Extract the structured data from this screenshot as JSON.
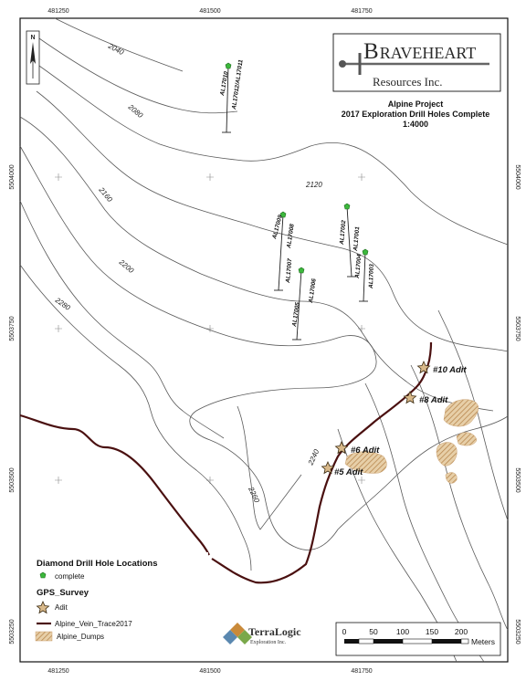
{
  "map": {
    "easting_labels": [
      "481250",
      "481500",
      "481750"
    ],
    "northing_labels": [
      "5504000",
      "5503750",
      "5503500",
      "5503250"
    ],
    "contour_labels": [
      "2040",
      "2080",
      "2120",
      "2160",
      "2200",
      "2280",
      "2240",
      "2260"
    ],
    "drill_holes": [
      {
        "id": "AL17010",
        "status": "complete"
      },
      {
        "id": "AL17012/AL17011",
        "status": "complete"
      },
      {
        "id": "AL17009",
        "status": "complete"
      },
      {
        "id": "AL17008",
        "status": "complete"
      },
      {
        "id": "AL17007",
        "status": "complete"
      },
      {
        "id": "AL17006",
        "status": "complete"
      },
      {
        "id": "AL17005",
        "status": "complete"
      },
      {
        "id": "AL17002",
        "status": "complete"
      },
      {
        "id": "AL17001",
        "status": "complete"
      },
      {
        "id": "AL17004",
        "status": "complete"
      },
      {
        "id": "AL17003",
        "status": "complete"
      }
    ],
    "adits": [
      "#10 Adit",
      "#8 Adit",
      "#6 Adit",
      "#5 Adit"
    ],
    "north_arrow_label": "N"
  },
  "title": {
    "project": "Alpine Project",
    "subtitle": "2017 Exploration Drill Holes Complete",
    "scale": "1:4000"
  },
  "logo": {
    "big_letter": "B",
    "rest_word": "RAVEHEART",
    "line2": "Resources Inc."
  },
  "legend": {
    "drill_title": "Diamond Drill Hole Locations",
    "drill_item": "complete",
    "gps_title": "GPS_Survey",
    "gps_item": "Adit",
    "vein_item": "Alpine_Vein_Trace2017",
    "dumps_item": "Alpine_Dumps"
  },
  "terralogic": {
    "name": "TerraLogic",
    "sub": "Exploration Inc."
  },
  "scalebar": {
    "ticks": [
      "0",
      "50",
      "100",
      "150",
      "200"
    ],
    "unit": "Meters"
  },
  "colors": {
    "vein": "#4a1010",
    "dumps": "#c9a070",
    "hole_marker": "#3cb83c",
    "contour": "#5a5a5a"
  }
}
